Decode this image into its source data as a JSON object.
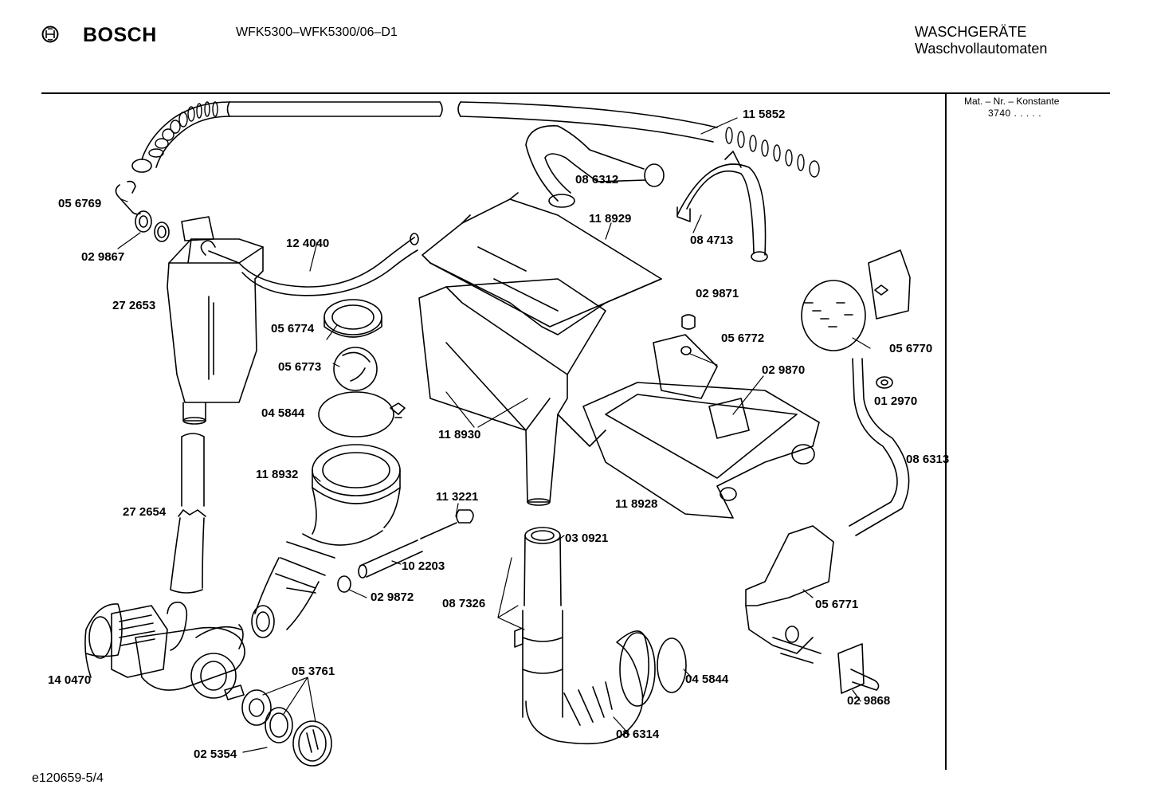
{
  "header": {
    "brand": "BOSCH",
    "model": "WFK5300–WFK5300/06–D1",
    "category_line1": "WASCHGERÄTE",
    "category_line2": "Waschvollautomaten"
  },
  "sidebar": {
    "mat_label": "Mat. – Nr. – Konstante",
    "mat_value": "3740 . . . . ."
  },
  "parts": [
    {
      "id": "p115852",
      "label": "11 5852"
    },
    {
      "id": "p086312",
      "label": "08 6312"
    },
    {
      "id": "p056769",
      "label": "05 6769"
    },
    {
      "id": "p118929",
      "label": "11 8929"
    },
    {
      "id": "p084713",
      "label": "08 4713"
    },
    {
      "id": "p124040",
      "label": "12 4040"
    },
    {
      "id": "p029867",
      "label": "02 9867"
    },
    {
      "id": "p272653",
      "label": "27 2653"
    },
    {
      "id": "p056774",
      "label": "05 6774"
    },
    {
      "id": "p029871",
      "label": "02 9871"
    },
    {
      "id": "p056772",
      "label": "05 6772"
    },
    {
      "id": "p056770",
      "label": "05 6770"
    },
    {
      "id": "p056773",
      "label": "05 6773"
    },
    {
      "id": "p029870",
      "label": "02 9870"
    },
    {
      "id": "p012970",
      "label": "01 2970"
    },
    {
      "id": "p045844a",
      "label": "04 5844"
    },
    {
      "id": "p118930",
      "label": "11 8930"
    },
    {
      "id": "p086313",
      "label": "08 6313"
    },
    {
      "id": "p118932",
      "label": "11 8932"
    },
    {
      "id": "p113221",
      "label": "11 3221"
    },
    {
      "id": "p118928",
      "label": "11 8928"
    },
    {
      "id": "p272654",
      "label": "27 2654"
    },
    {
      "id": "p030921",
      "label": "03 0921"
    },
    {
      "id": "p102203",
      "label": "10 2203"
    },
    {
      "id": "p029872",
      "label": "02 9872"
    },
    {
      "id": "p087326",
      "label": "08 7326"
    },
    {
      "id": "p056771",
      "label": "05 6771"
    },
    {
      "id": "p140470",
      "label": "14 0470"
    },
    {
      "id": "p053761",
      "label": "05 3761"
    },
    {
      "id": "p045844b",
      "label": "04 5844"
    },
    {
      "id": "p029868",
      "label": "02 9868"
    },
    {
      "id": "p086314",
      "label": "08 6314"
    },
    {
      "id": "p025354",
      "label": "02 5354"
    }
  ],
  "footer": {
    "code": "e120659-5/4"
  }
}
